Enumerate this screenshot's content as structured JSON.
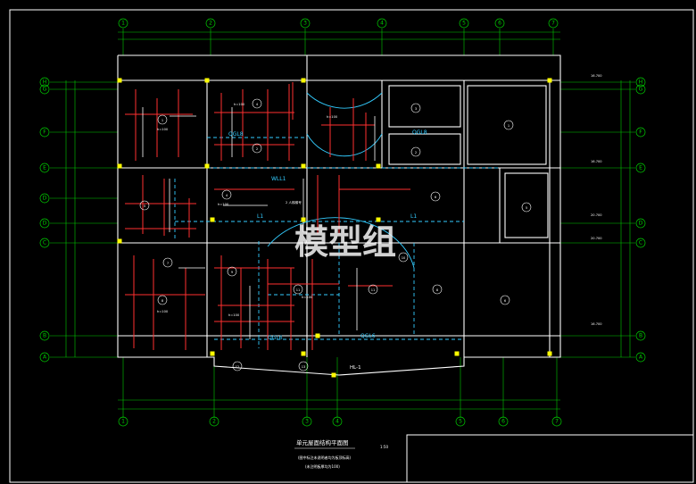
{
  "watermark": "模型组",
  "drawing_title": "单元屋面结构平面图",
  "scale": "1:50",
  "notes": [
    "(图中标注未说明者均为板顶标高)",
    "(未注明板厚均为100)"
  ],
  "grid_top": [
    "1",
    "2",
    "3",
    "4",
    "5",
    "6",
    "7"
  ],
  "grid_bottom": [
    "1",
    "2",
    "3",
    "4",
    "5",
    "6",
    "7"
  ],
  "grid_left": [
    "H",
    "G",
    "F",
    "E",
    "D",
    "D",
    "C",
    "B",
    "A"
  ],
  "grid_right": [
    "H",
    "G",
    "F",
    "E",
    "D",
    "C",
    "B",
    "A"
  ],
  "room_numbers": [
    "1",
    "2",
    "3",
    "4",
    "5",
    "6",
    "7",
    "8",
    "9",
    "10",
    "11",
    "12",
    "13",
    "1",
    "2",
    "4",
    "5",
    "6",
    "8",
    "11"
  ],
  "beam_labels": [
    "QGL8",
    "QGL8",
    "QGL6",
    "QGL6",
    "WLL1",
    "L1",
    "L1",
    "HL-1",
    "2 人梯梯号"
  ],
  "slab_notes": [
    "h=100",
    "h=100",
    "h=100",
    "h=100",
    "h=100",
    "h=100",
    "h=100"
  ],
  "elevations": [
    "16.700",
    "16.700",
    "20.700",
    "20.700",
    "16.700"
  ]
}
